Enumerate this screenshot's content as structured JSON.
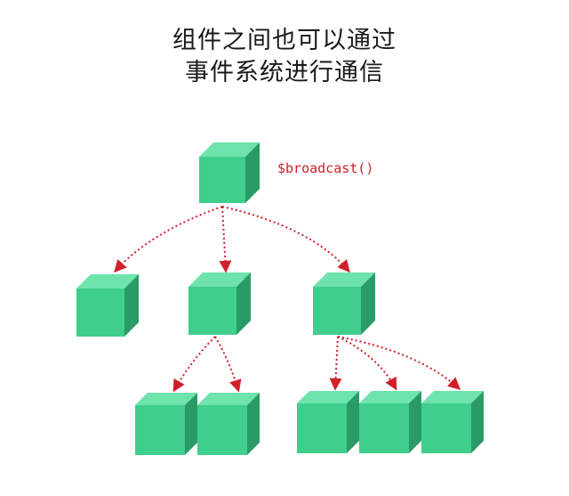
{
  "title": {
    "line1": "组件之间也可以通过",
    "line2": "事件系统进行通信"
  },
  "root_label": "$broadcast()",
  "colors": {
    "cube_front": "#3fce8c",
    "cube_top": "#6fe3ac",
    "cube_side": "#2a9a66",
    "arrow": "#d0202a",
    "label": "#d0202a"
  }
}
